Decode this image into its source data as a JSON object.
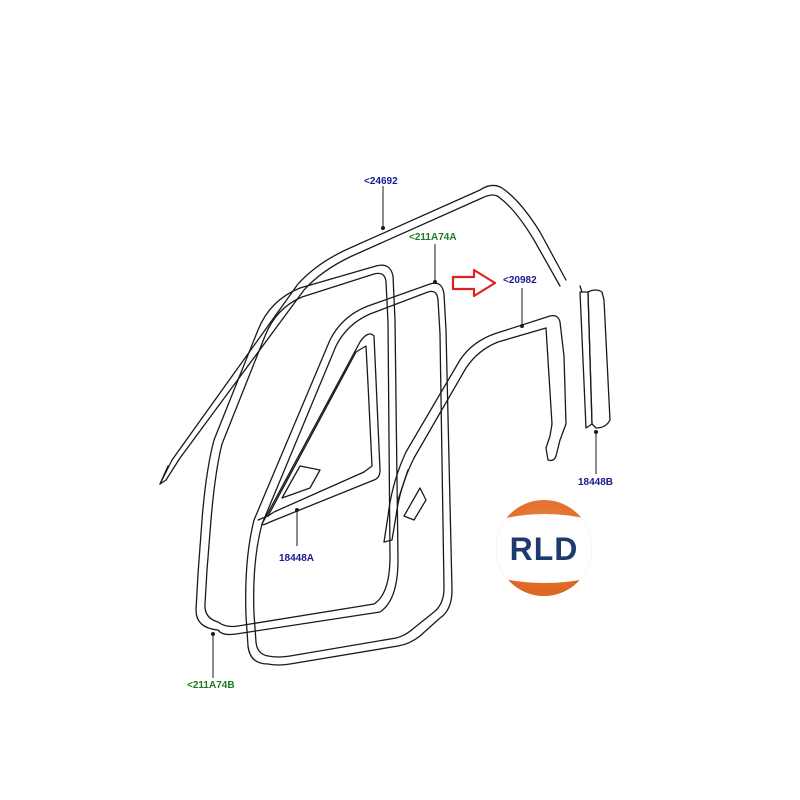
{
  "labels": {
    "drip_moulding": "<24692",
    "body_seal_upper": "<211A74A",
    "door_seal_highlighted": "<20982",
    "applique_front": "18448A",
    "applique_rear": "18448B",
    "body_seal_lower": "<211A74B"
  },
  "logo": {
    "text": "RLD",
    "top_color": "#e8702a",
    "bottom_color": "#e8702a",
    "band_color": "#ffffff",
    "text_color": "#1f3a6e"
  },
  "highlight_arrow": {
    "color": "#e02020",
    "icon": "arrow-right-outline-icon"
  },
  "label_colors": {
    "part_blue": "#1a1a8c",
    "part_green": "#1f7a1f"
  }
}
